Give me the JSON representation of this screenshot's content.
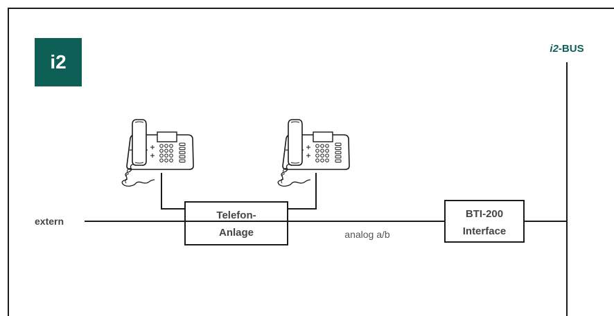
{
  "logo": {
    "text": "i2",
    "color": "#0e5f55"
  },
  "bus_label": {
    "prefix": "i2",
    "suffix": "-BUS",
    "color": "#0e5f55"
  },
  "labels": {
    "extern": "extern",
    "analog": "analog a/b"
  },
  "telefon_anlage": {
    "line1": "Telefon-",
    "line2": "Anlage"
  },
  "bti_interface": {
    "line1": "BTI-200",
    "line2": "Interface"
  },
  "phones": [
    {
      "icon": "desk-telephone-icon"
    },
    {
      "icon": "desk-telephone-icon"
    }
  ],
  "colors": {
    "line": "#1a1a1a",
    "text": "#444444",
    "accent": "#0e5f55"
  }
}
